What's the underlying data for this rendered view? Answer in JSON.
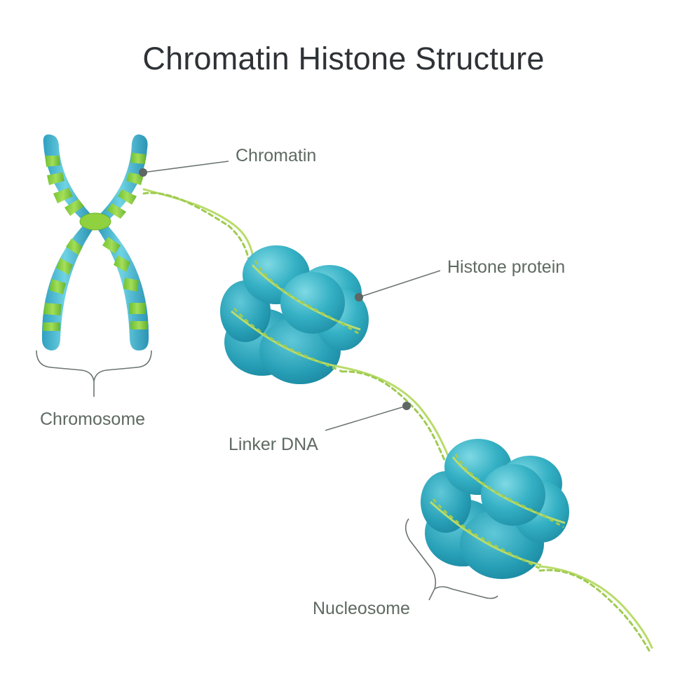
{
  "title": "Chromatin Histone Structure",
  "labels": {
    "chromatin": "Chromatin",
    "histone_protein": "Histone protein",
    "chromosome": "Chromosome",
    "linker_dna": "Linker DNA",
    "nucleosome": "Nucleosome"
  },
  "colors": {
    "chromosome_blue": "#3fb7cf",
    "chromosome_green": "#8fd13f",
    "histone_teal": "#2aa9bd",
    "dna_green": "#b9dc6b",
    "leader_line": "#6b7470",
    "title_text": "#2e3236"
  }
}
